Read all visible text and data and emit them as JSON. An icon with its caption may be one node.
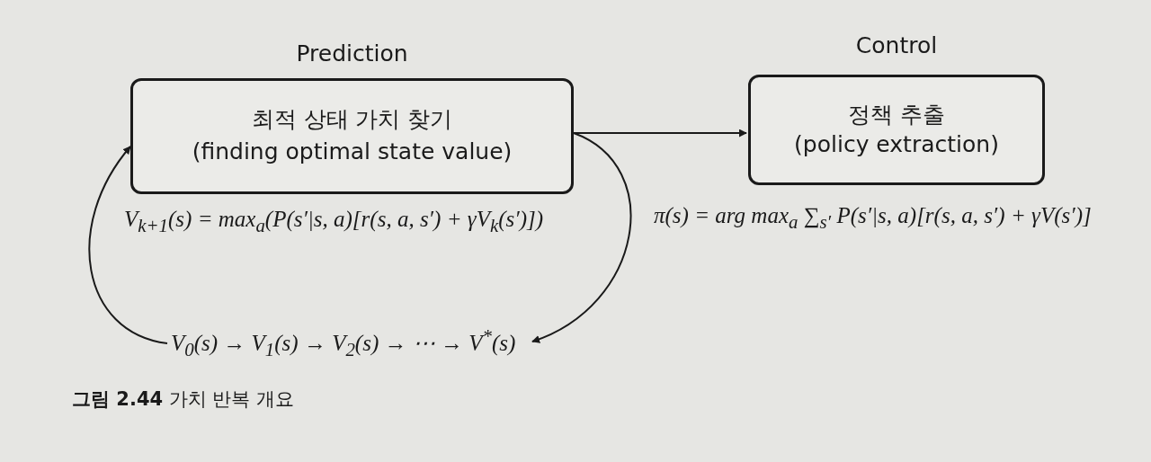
{
  "diagram": {
    "caption": "**그림 2.44** 가치 반복 개요",
    "nodes": [
      {
        "text": [
          "Prediction",
          "최적 상태 가치 찾기",
          "(finding optimal state value)"
        ],
        "beside": [
          "V$_{k+1}$(s) = max$_{a}$(P(s′|s, a)[r(s, a, s′) + γV$_{k}$(s′)])"
        ]
      },
      {
        "text": [
          "Control",
          "정책 추출",
          "(policy extraction)"
        ],
        "beside": [
          "π(s) = arg max$_{a}$ ∑$_{s′}$ P(s′|s, a)[r(s, a, s′) + γV(s′)]"
        ]
      },
      {
        "text": [
          "V$_{0}$(s) → V$_{1}$(s) → V$_{2}$(s) → ⋯ → V$^{*}$(s)"
        ]
      }
    ],
    "edges": [
      {
        "from": 0,
        "to": 1,
        "arrow": "to"
      },
      {
        "from": 0,
        "to": 2,
        "arrow": "to"
      },
      {
        "from": 2,
        "to": 0,
        "arrow": "to"
      }
    ]
  }
}
